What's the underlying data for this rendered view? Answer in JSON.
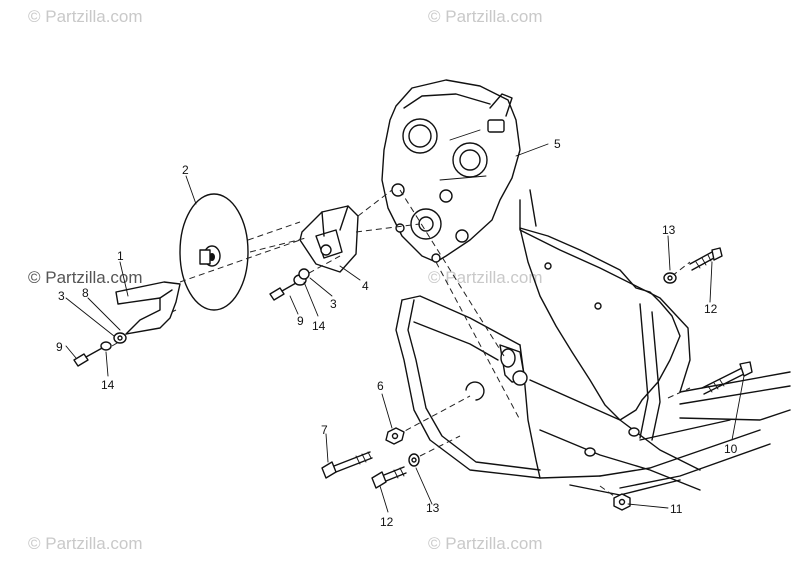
{
  "watermarks": [
    {
      "id": "wm-top-left",
      "text": "© Partzilla.com"
    },
    {
      "id": "wm-top-right",
      "text": "© Partzilla.com"
    },
    {
      "id": "wm-mid-left",
      "text": "© Partzilla.com"
    },
    {
      "id": "wm-mid-right",
      "text": "© Partzilla.com"
    },
    {
      "id": "wm-bot-left",
      "text": "© Partzilla.com"
    },
    {
      "id": "wm-bot-right",
      "text": "© Partzilla.com"
    }
  ],
  "callouts": {
    "c1": "1",
    "c2": "2",
    "c3a": "3",
    "c3b": "3",
    "c4": "4",
    "c5": "5",
    "c6": "6",
    "c7": "7",
    "c8": "8",
    "c9a": "9",
    "c9b": "9",
    "c10": "10",
    "c11": "11",
    "c12a": "12",
    "c12b": "12",
    "c13a": "13",
    "c13b": "13",
    "c14a": "14",
    "c14b": "14"
  }
}
